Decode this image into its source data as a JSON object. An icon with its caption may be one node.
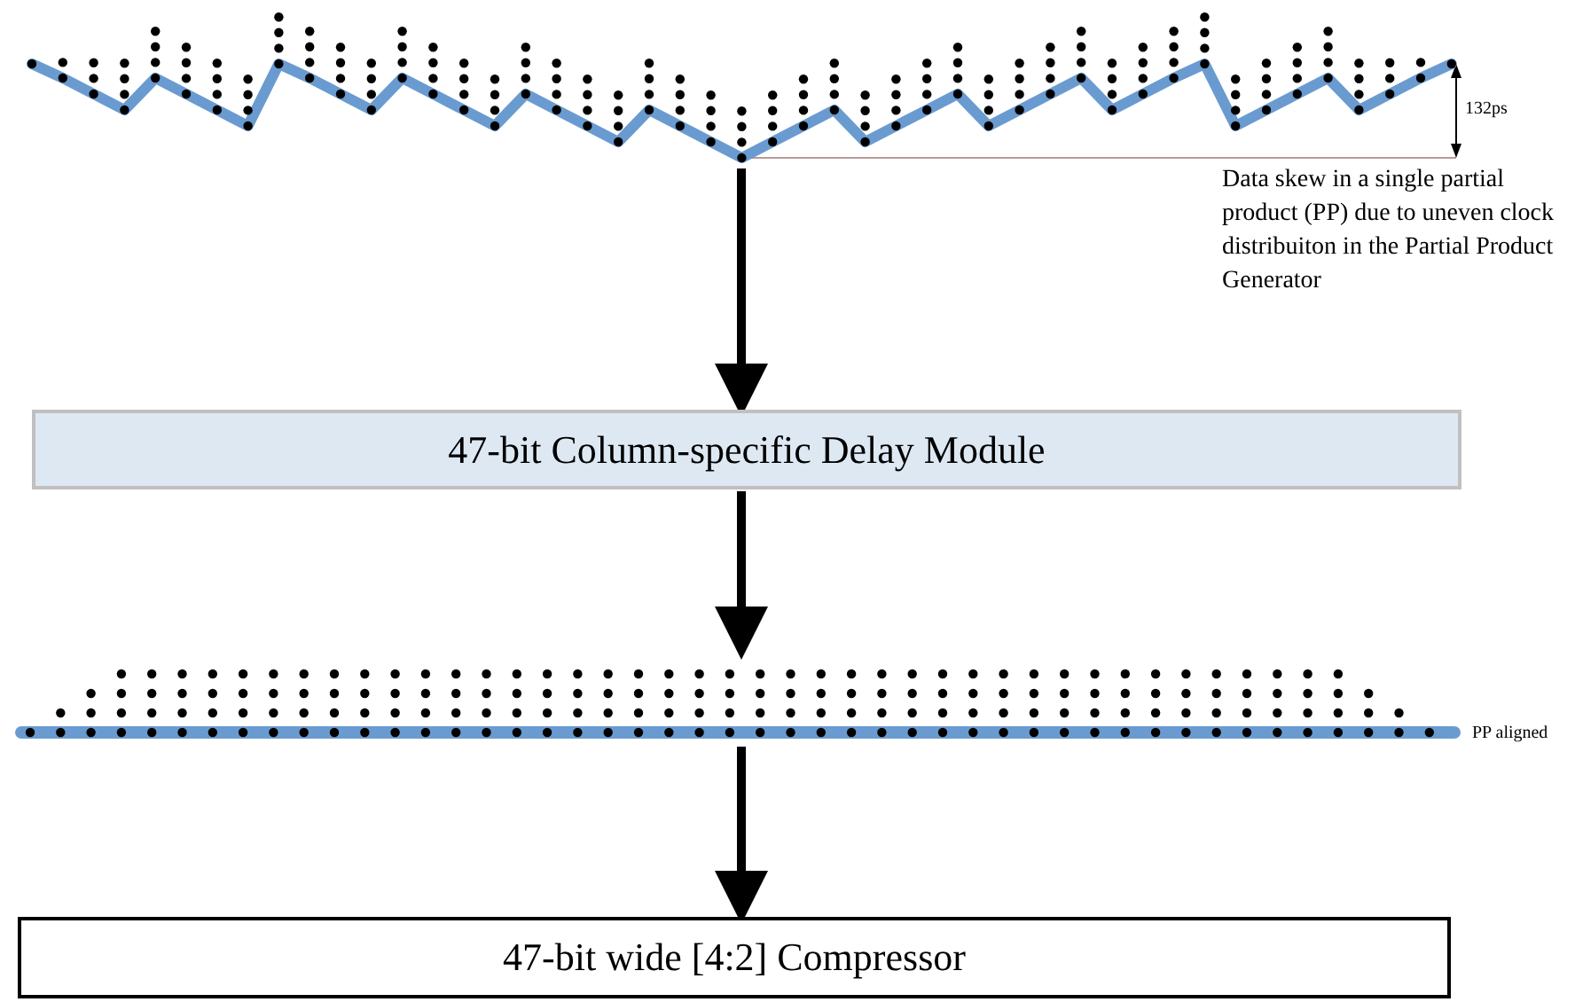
{
  "diagram": {
    "nodes": [
      {
        "text": [],
        "shape": "picture"
      },
      {
        "text": [
          "47-bit Column-specific Delay Module"
        ]
      },
      {
        "text": [],
        "shape": "picture"
      },
      {
        "text": [
          "47-bit wide [4:2] Compressor"
        ]
      }
    ],
    "edges": [
      {
        "from": 0,
        "to": 1,
        "arrow": "to"
      },
      {
        "from": 1,
        "to": 2,
        "arrow": "to"
      },
      {
        "from": 2,
        "to": 3,
        "arrow": "to"
      }
    ],
    "labels": [
      "132ps",
      "Data skew in a single partial product (PP) due to uneven clock distribuiton in the Partial Product Generator",
      "PP aligned"
    ]
  }
}
